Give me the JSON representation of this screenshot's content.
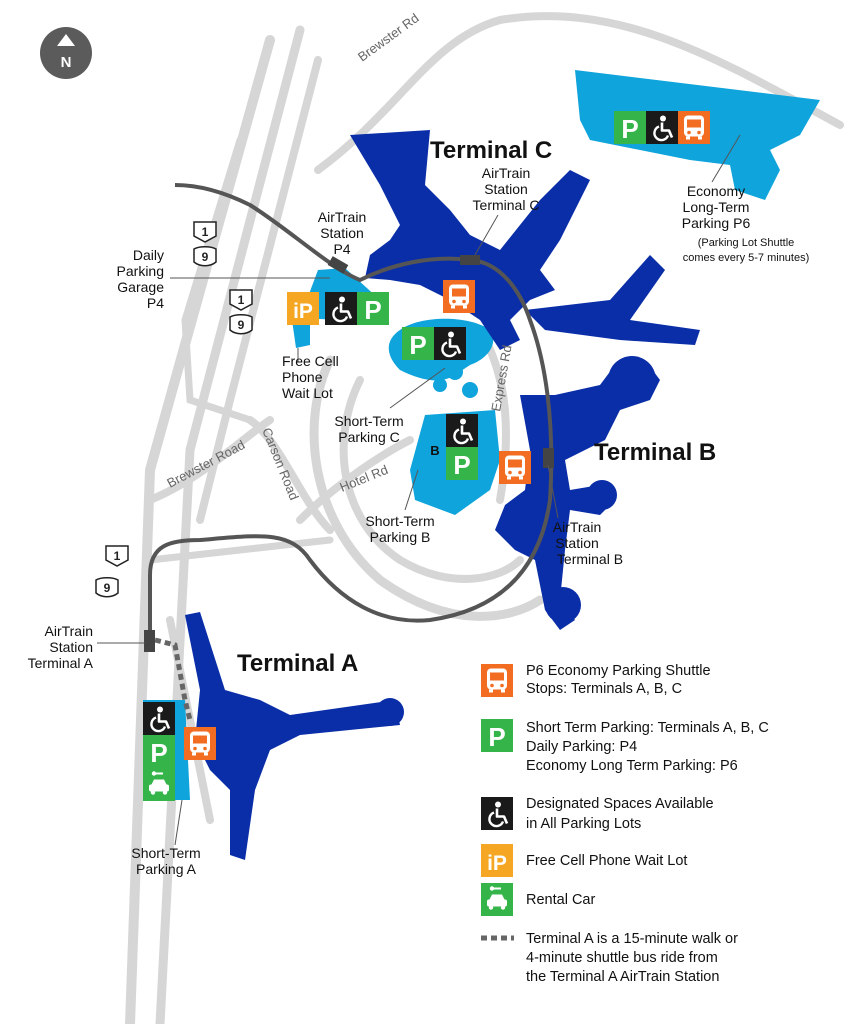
{
  "colors": {
    "terminal": "#0a2ea8",
    "parking_lot": "#0fa4dc",
    "road": "#d6d6d6",
    "airtrain": "#555555",
    "parking_green": "#35b44a",
    "shuttle_orange": "#f26c21",
    "cell_lot_yellow": "#f5a623",
    "accessible_black": "#1a1a1a",
    "compass": "#5b5b5b"
  },
  "compass": {
    "label": "N",
    "icon": "north-arrow-icon"
  },
  "terminals": {
    "a": "Terminal A",
    "b": "Terminal B",
    "c": "Terminal C"
  },
  "roads": {
    "brewster_top": "Brewster Rd",
    "brewster_road": "Brewster Road",
    "carson_road": "Carson Road",
    "hotel_rd": "Hotel Rd",
    "express_rd": "Express Rd"
  },
  "shields": {
    "route_1": "1",
    "route_9": "9"
  },
  "labels": {
    "airtrain_p4": [
      "AirTrain",
      "Station",
      "P4"
    ],
    "airtrain_c": [
      "AirTrain",
      "Station",
      "Terminal C"
    ],
    "airtrain_b": [
      "AirTrain",
      "Station",
      "Terminal B"
    ],
    "airtrain_a": [
      "AirTrain",
      "Station",
      "Terminal A"
    ],
    "daily_garage": [
      "Daily",
      "Parking",
      "Garage",
      "P4"
    ],
    "cell_lot": [
      "Free Cell",
      "Phone",
      "Wait Lot"
    ],
    "stp_c": [
      "Short-Term",
      "Parking C"
    ],
    "stp_b": [
      "Short-Term",
      "Parking B"
    ],
    "stp_a": [
      "Short-Term",
      "Parking A"
    ],
    "economy": [
      "Economy",
      "Long-Term",
      "Parking P6"
    ],
    "economy_note": [
      "(Parking Lot Shuttle",
      "comes every 5-7 minutes)"
    ],
    "lot_b_letter": "B"
  },
  "icon_glyphs": {
    "parking": "P",
    "cell": "iP",
    "shuttle_p": "P"
  },
  "legend": [
    {
      "icon": "shuttle-bus-icon",
      "lines": [
        "P6 Economy Parking Shuttle",
        "Stops: Terminals A, B, C"
      ]
    },
    {
      "icon": "parking-icon",
      "lines": [
        "Short Term Parking: Terminals A, B, C",
        "Daily Parking: P4",
        "Economy Long Term Parking: P6"
      ]
    },
    {
      "icon": "accessible-icon",
      "lines": [
        "Designated Spaces Available",
        "in All Parking Lots"
      ]
    },
    {
      "icon": "cell-phone-lot-icon",
      "lines": [
        "Free Cell Phone Wait Lot"
      ]
    },
    {
      "icon": "rental-car-icon",
      "lines": [
        "Rental Car"
      ]
    },
    {
      "icon": "dashed-walk-path-icon",
      "lines": [
        "Terminal A is a 15-minute walk or",
        "4-minute shuttle bus ride from",
        "the Terminal A AirTrain Station"
      ]
    }
  ]
}
